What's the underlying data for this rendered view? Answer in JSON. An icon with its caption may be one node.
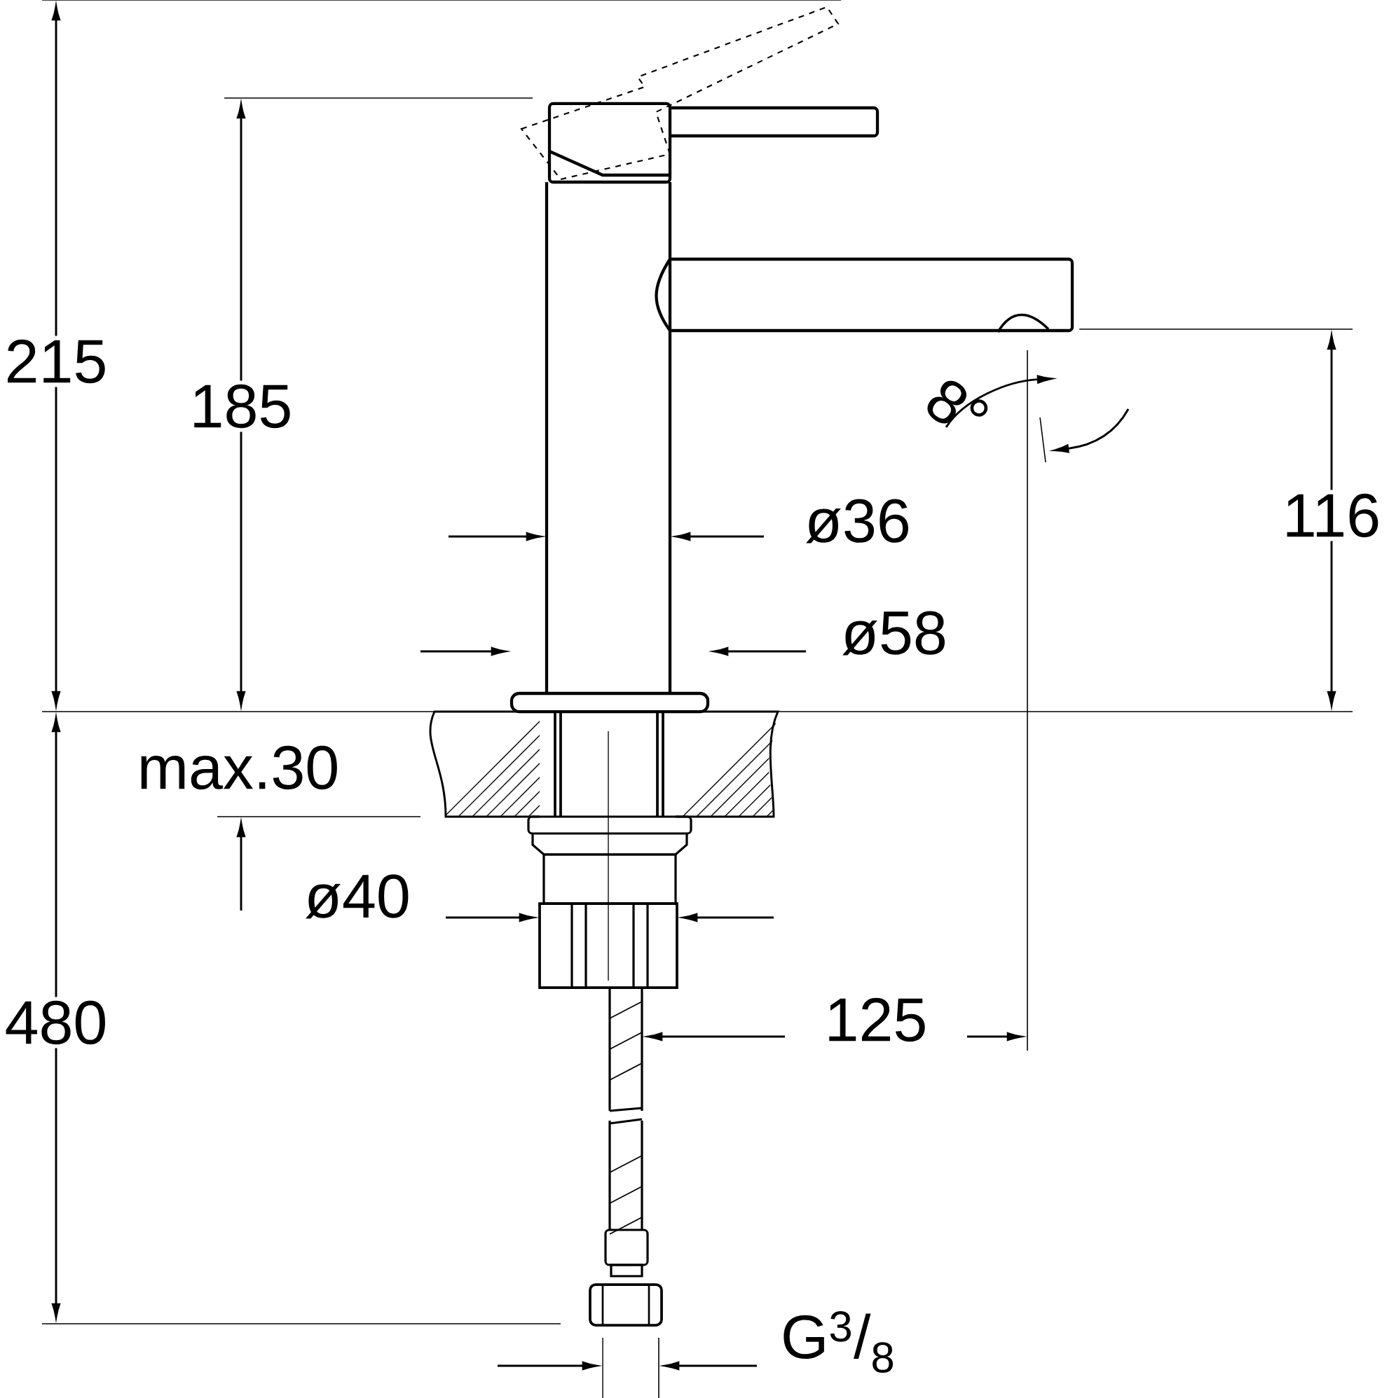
{
  "diagram": {
    "labels": [
      "215",
      "185",
      "8°",
      "116",
      "ø36",
      "ø58",
      "max.30",
      "ø40",
      "480",
      "125",
      "G$^{3}$/$_{8}$"
    ]
  }
}
